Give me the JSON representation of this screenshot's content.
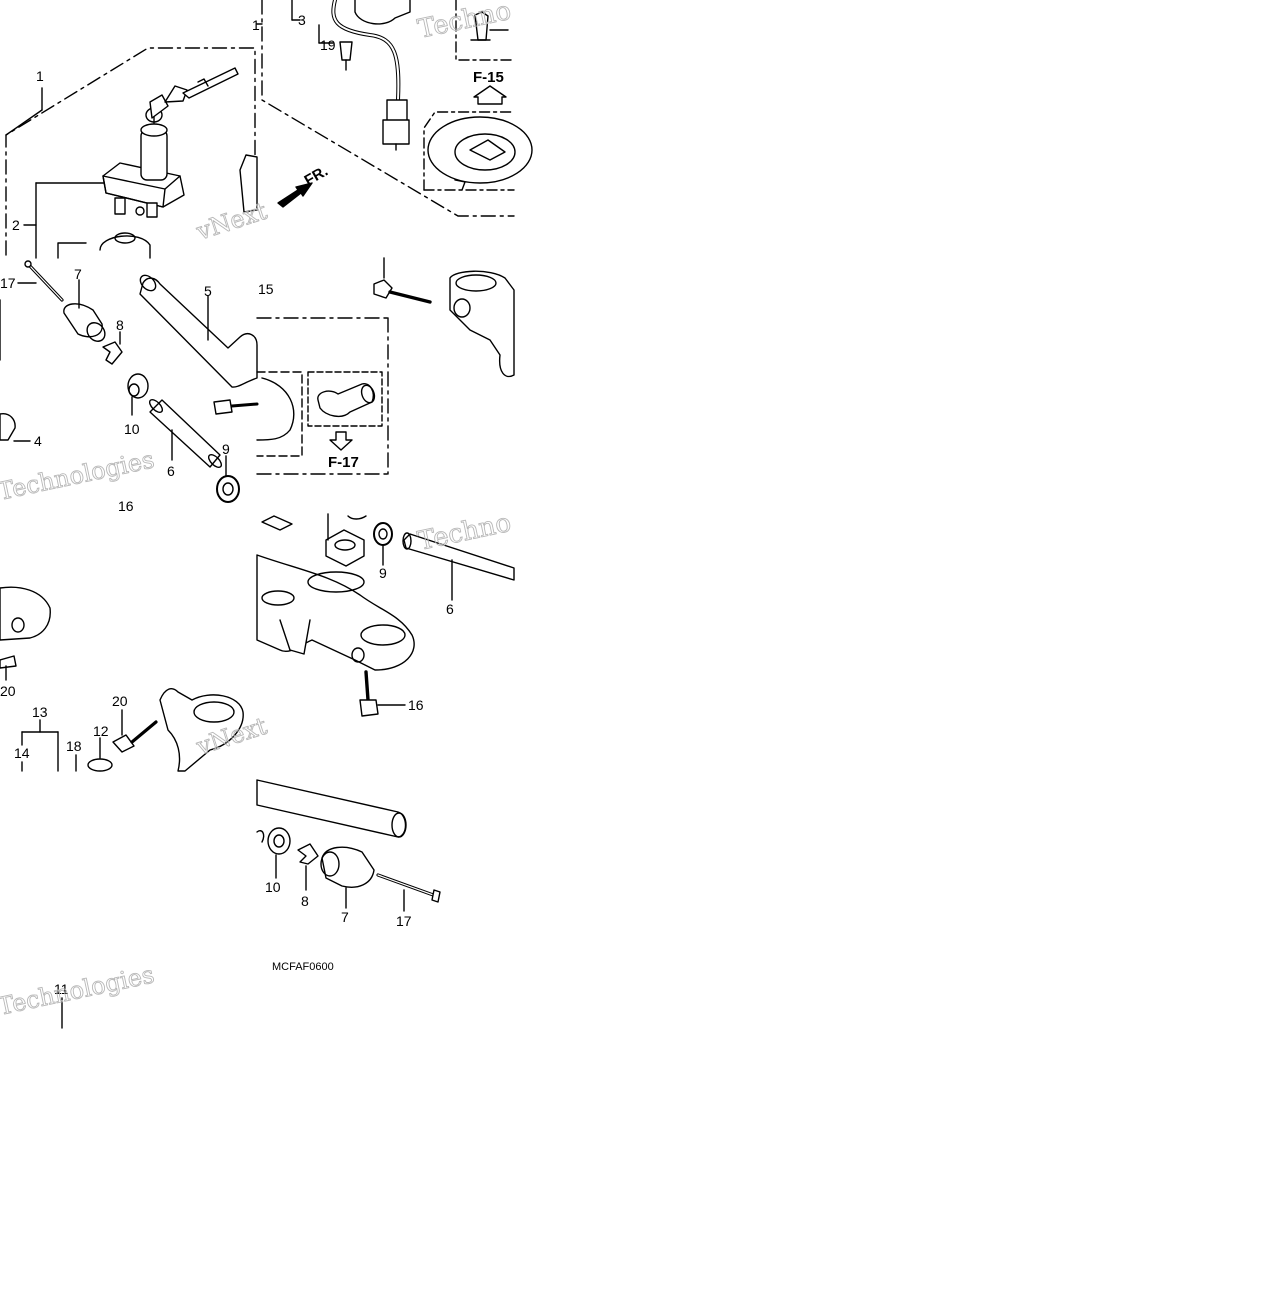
{
  "diagram": {
    "callouts": {
      "c1": "1",
      "c1b": "1",
      "c2": "2",
      "c3": "3",
      "c4": "4",
      "c5": "5",
      "c6a": "6",
      "c6b": "6",
      "c7a": "7",
      "c7b": "7",
      "c8a": "8",
      "c8b": "8",
      "c9a": "9",
      "c9b": "9",
      "c10a": "10",
      "c10b": "10",
      "c11": "11",
      "c12": "12",
      "c13": "13",
      "c14": "14",
      "c15": "15",
      "c16a": "16",
      "c16b": "16",
      "c17a": "17",
      "c17b": "17",
      "c18": "18",
      "c19": "19",
      "c20a": "20",
      "c20b": "20"
    },
    "references": {
      "f15": "F-15",
      "f17": "F-17"
    },
    "front_marker": "FR.",
    "drawing_code": "MCFAF0600",
    "watermarks": [
      "Techno",
      "vNext",
      "Technologies"
    ]
  }
}
